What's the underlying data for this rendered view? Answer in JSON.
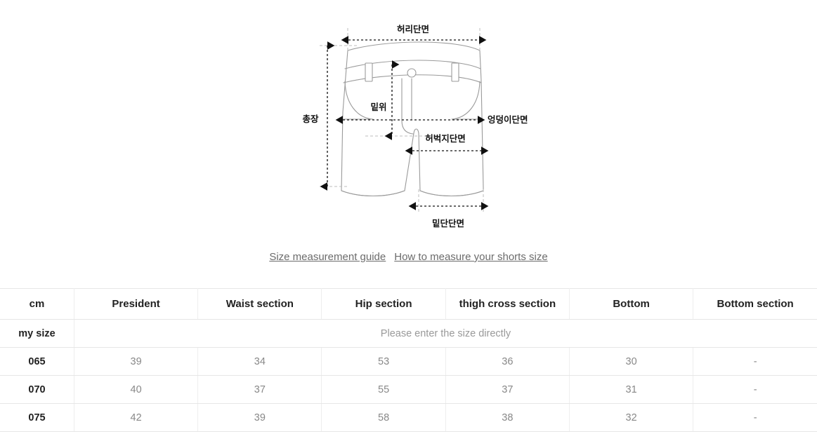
{
  "diagram": {
    "alt": "shorts-measurement-diagram",
    "labels": {
      "waist": "허리단면",
      "total_length": "총장",
      "rise": "밑위",
      "hip": "엉덩이단면",
      "thigh": "허벅지단면",
      "hem": "밑단단면"
    },
    "colors": {
      "outline": "#9a9a9a",
      "dimension": "#111111",
      "guide": "#bdbdbd"
    }
  },
  "links": {
    "guide": "Size measurement guide",
    "how_to": "How to measure your shorts size"
  },
  "table": {
    "headers": [
      "cm",
      "President",
      "Waist section",
      "Hip section",
      "thigh cross section",
      "Bottom",
      "Bottom section"
    ],
    "my_size": {
      "label": "my size",
      "placeholder": "Please enter the size directly"
    },
    "rows": [
      {
        "size": "065",
        "values": [
          "39",
          "34",
          "53",
          "36",
          "30",
          "-"
        ]
      },
      {
        "size": "070",
        "values": [
          "40",
          "37",
          "55",
          "37",
          "31",
          "-"
        ]
      },
      {
        "size": "075",
        "values": [
          "42",
          "39",
          "58",
          "38",
          "32",
          "-"
        ]
      }
    ]
  }
}
